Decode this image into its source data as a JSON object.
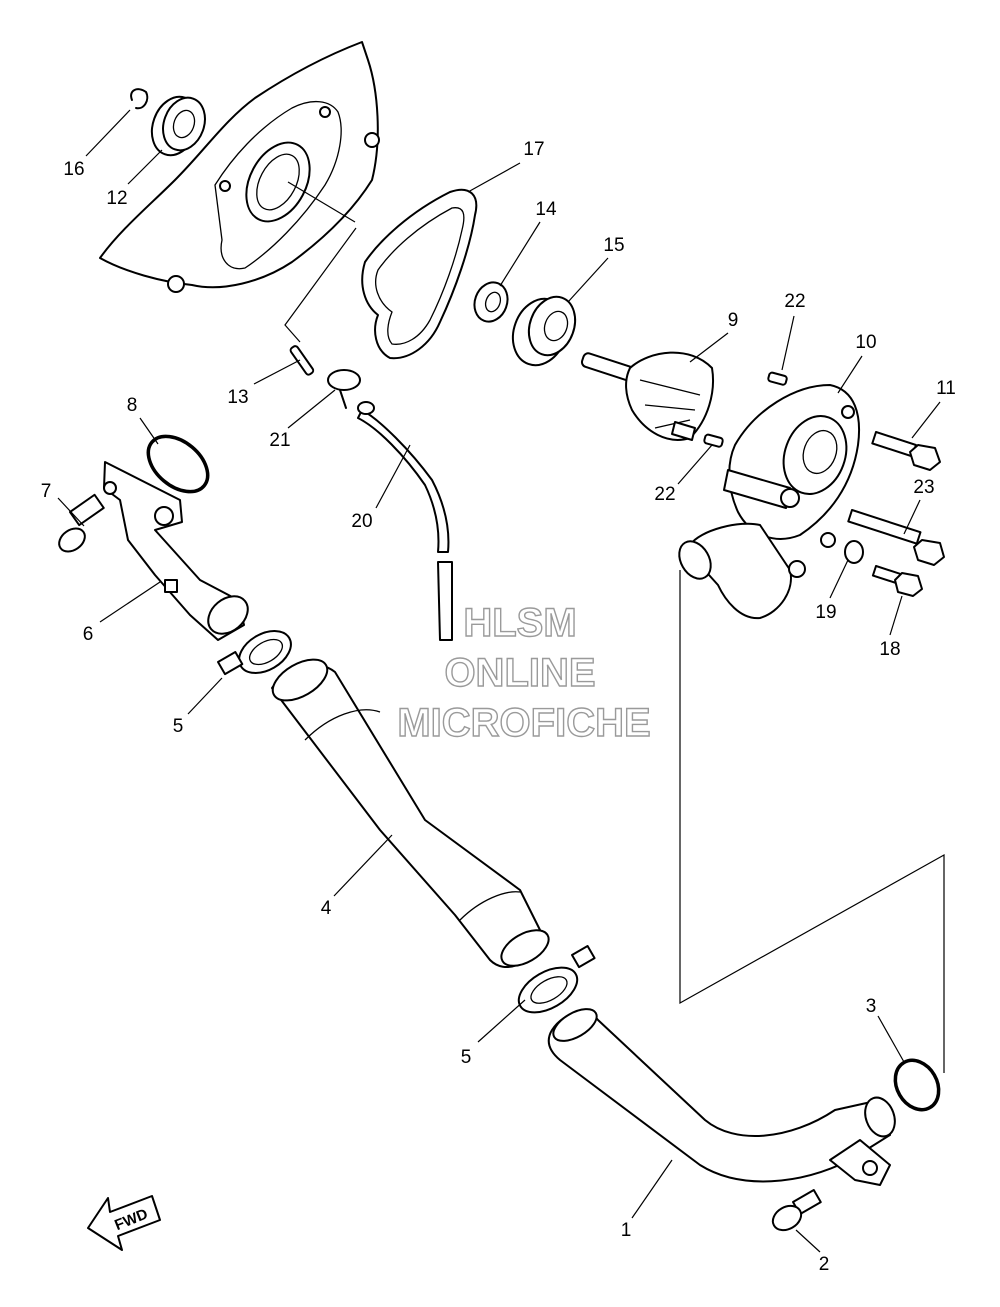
{
  "watermark": [
    "HLSM",
    "ONLINE",
    "MICROFICHE"
  ],
  "direction_label": "FWD",
  "callouts": [
    "1",
    "2",
    "3",
    "4",
    "5",
    "5",
    "6",
    "7",
    "8",
    "9",
    "10",
    "11",
    "12",
    "13",
    "14",
    "15",
    "16",
    "17",
    "18",
    "19",
    "20",
    "21",
    "22",
    "22",
    "23"
  ]
}
